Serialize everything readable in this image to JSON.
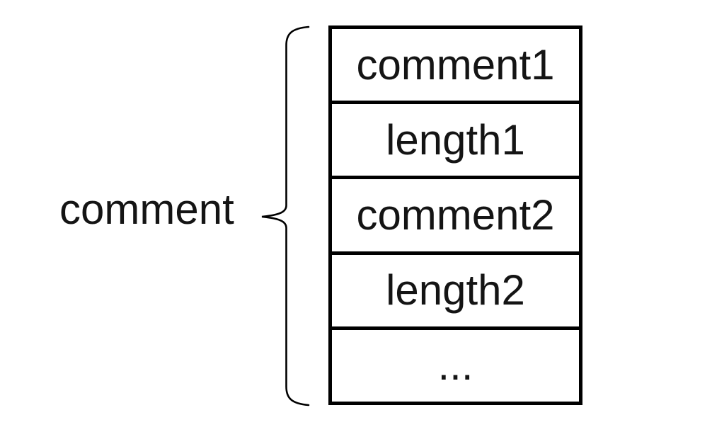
{
  "diagram": {
    "label": "comment",
    "rows": [
      "comment1",
      "length1",
      "comment2",
      "length2",
      "..."
    ],
    "colors": {
      "line": "#000000",
      "text": "#141414",
      "background": "#ffffff"
    }
  }
}
